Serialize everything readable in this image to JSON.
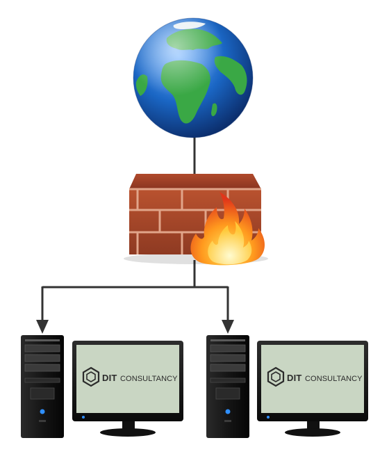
{
  "network": {
    "internet": {
      "icon": "globe-icon"
    },
    "firewall": {
      "icon": "firewall-icon"
    },
    "workstations": [
      {
        "brand_bold": "DIT",
        "brand_regular": "CONSULTANCY"
      },
      {
        "brand_bold": "DIT",
        "brand_regular": "CONSULTANCY"
      }
    ]
  },
  "colors": {
    "ocean": "#1a66c4",
    "land": "#3aa845",
    "brick": "#a9442a",
    "mortar": "#e1a58a",
    "screen": "#c9d6c3",
    "line": "#333333"
  }
}
